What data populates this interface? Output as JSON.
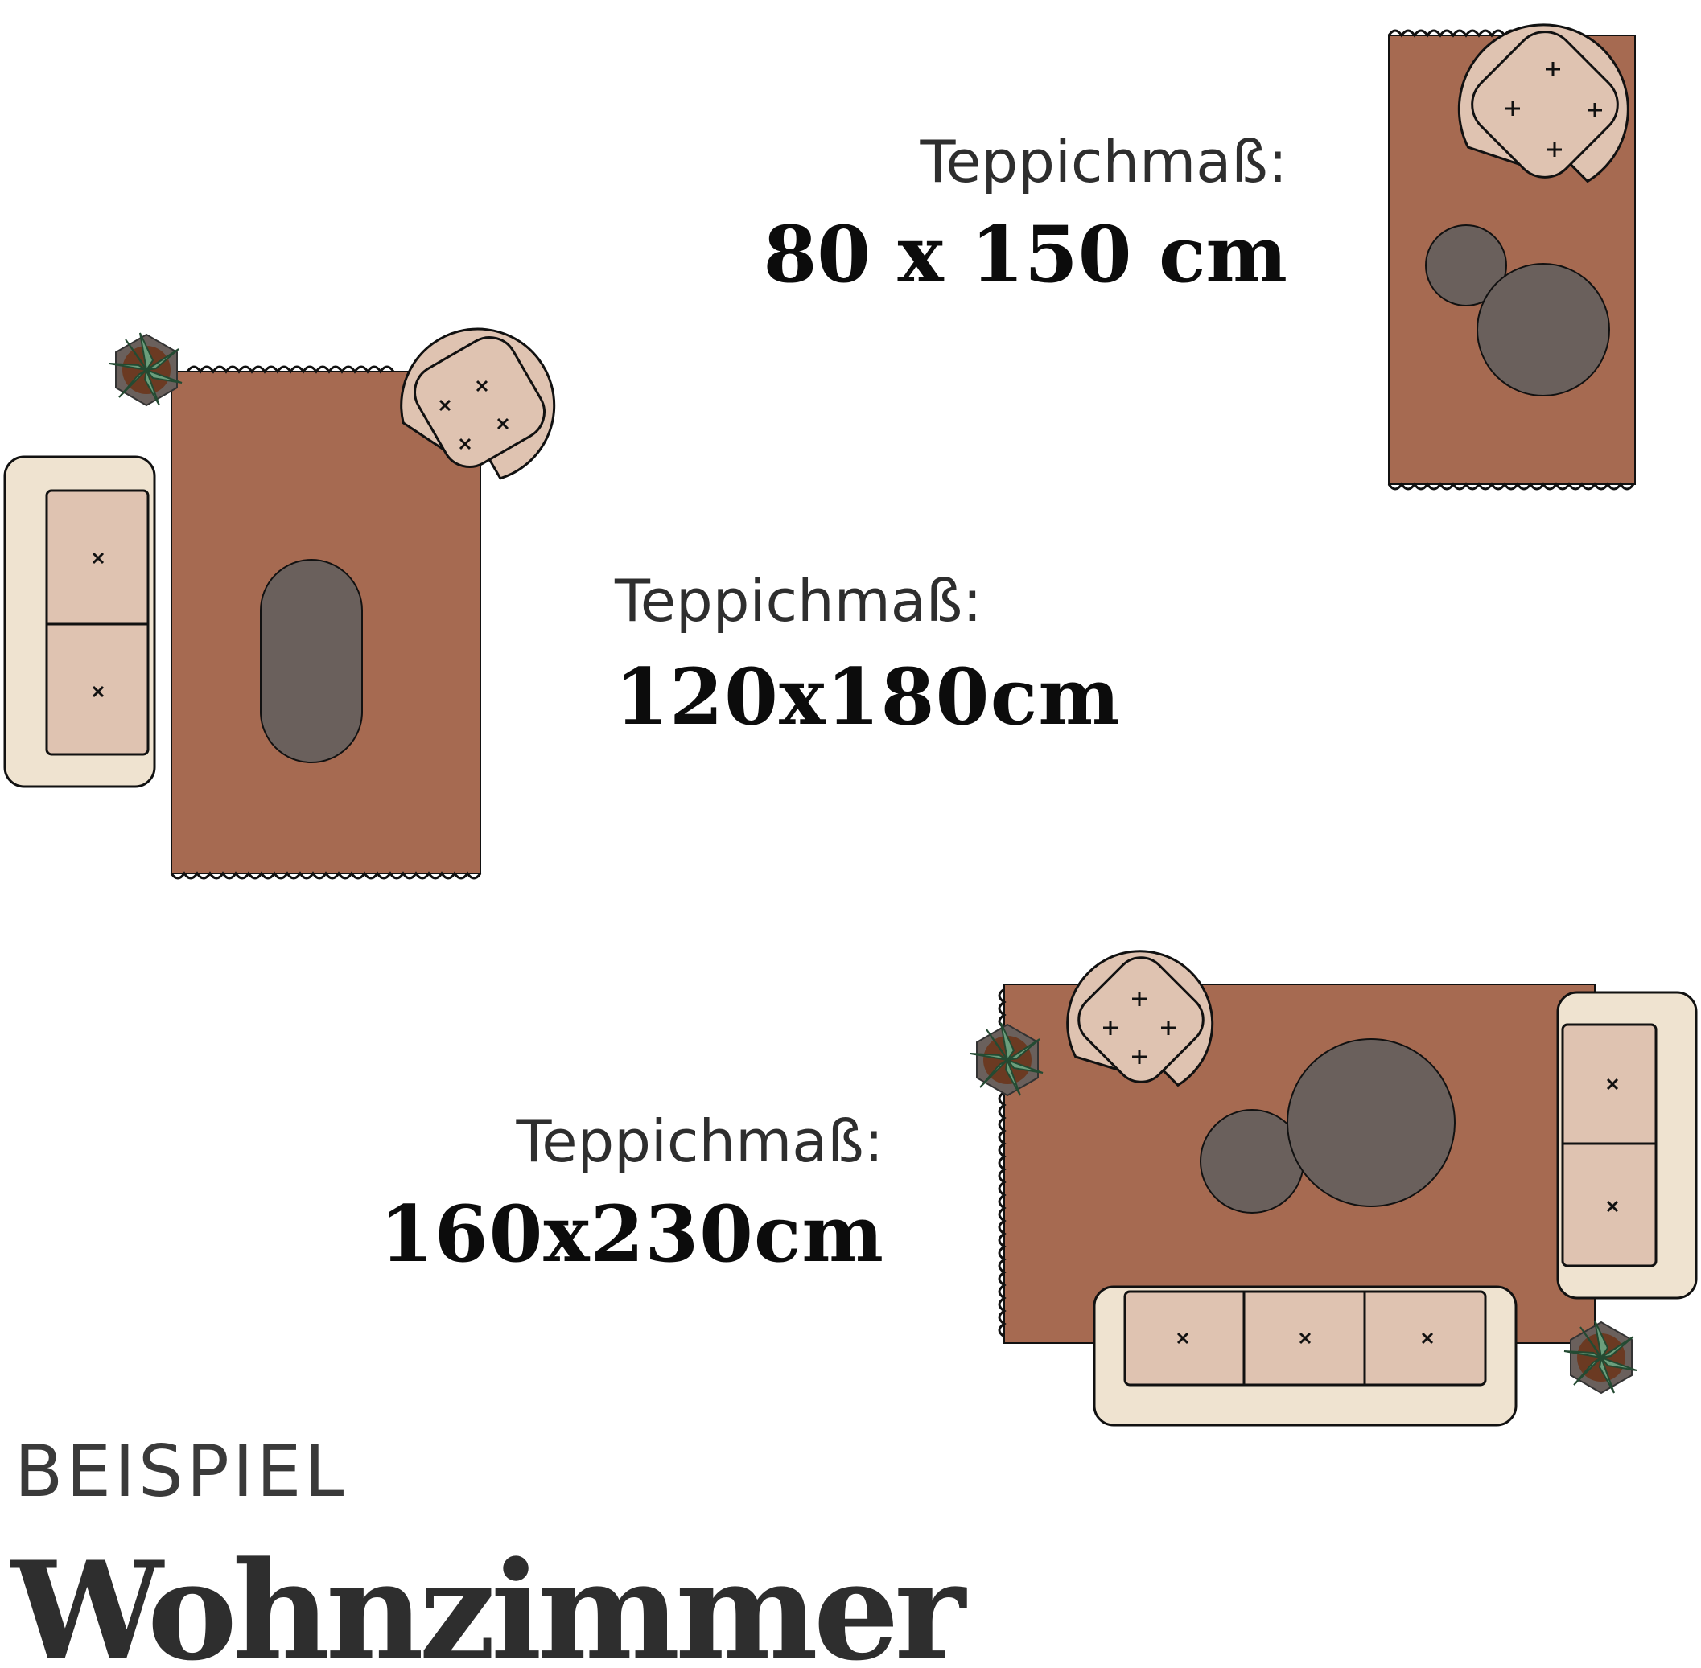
{
  "colors": {
    "rug": "#a66a51",
    "table": "#6a605c",
    "cushion": "#dfc3b1",
    "sofa_frame": "#efe3d0",
    "plant_leaf": "#6b9e7c",
    "plant_pot": "#6a605c",
    "outline": "#111111"
  },
  "rugs": [
    {
      "label": "Teppichmaß:",
      "size": "80 x 150 cm"
    },
    {
      "label": "Teppichmaß:",
      "size": "120x180cm"
    },
    {
      "label": "Teppichmaß:",
      "size": "160x230cm"
    }
  ],
  "caption": {
    "line1": "BEISPIEL",
    "line2": "Wohnzimmer"
  },
  "icons": [
    "armchair-icon",
    "sofa-icon",
    "plant-icon",
    "coffee-table-icon"
  ]
}
